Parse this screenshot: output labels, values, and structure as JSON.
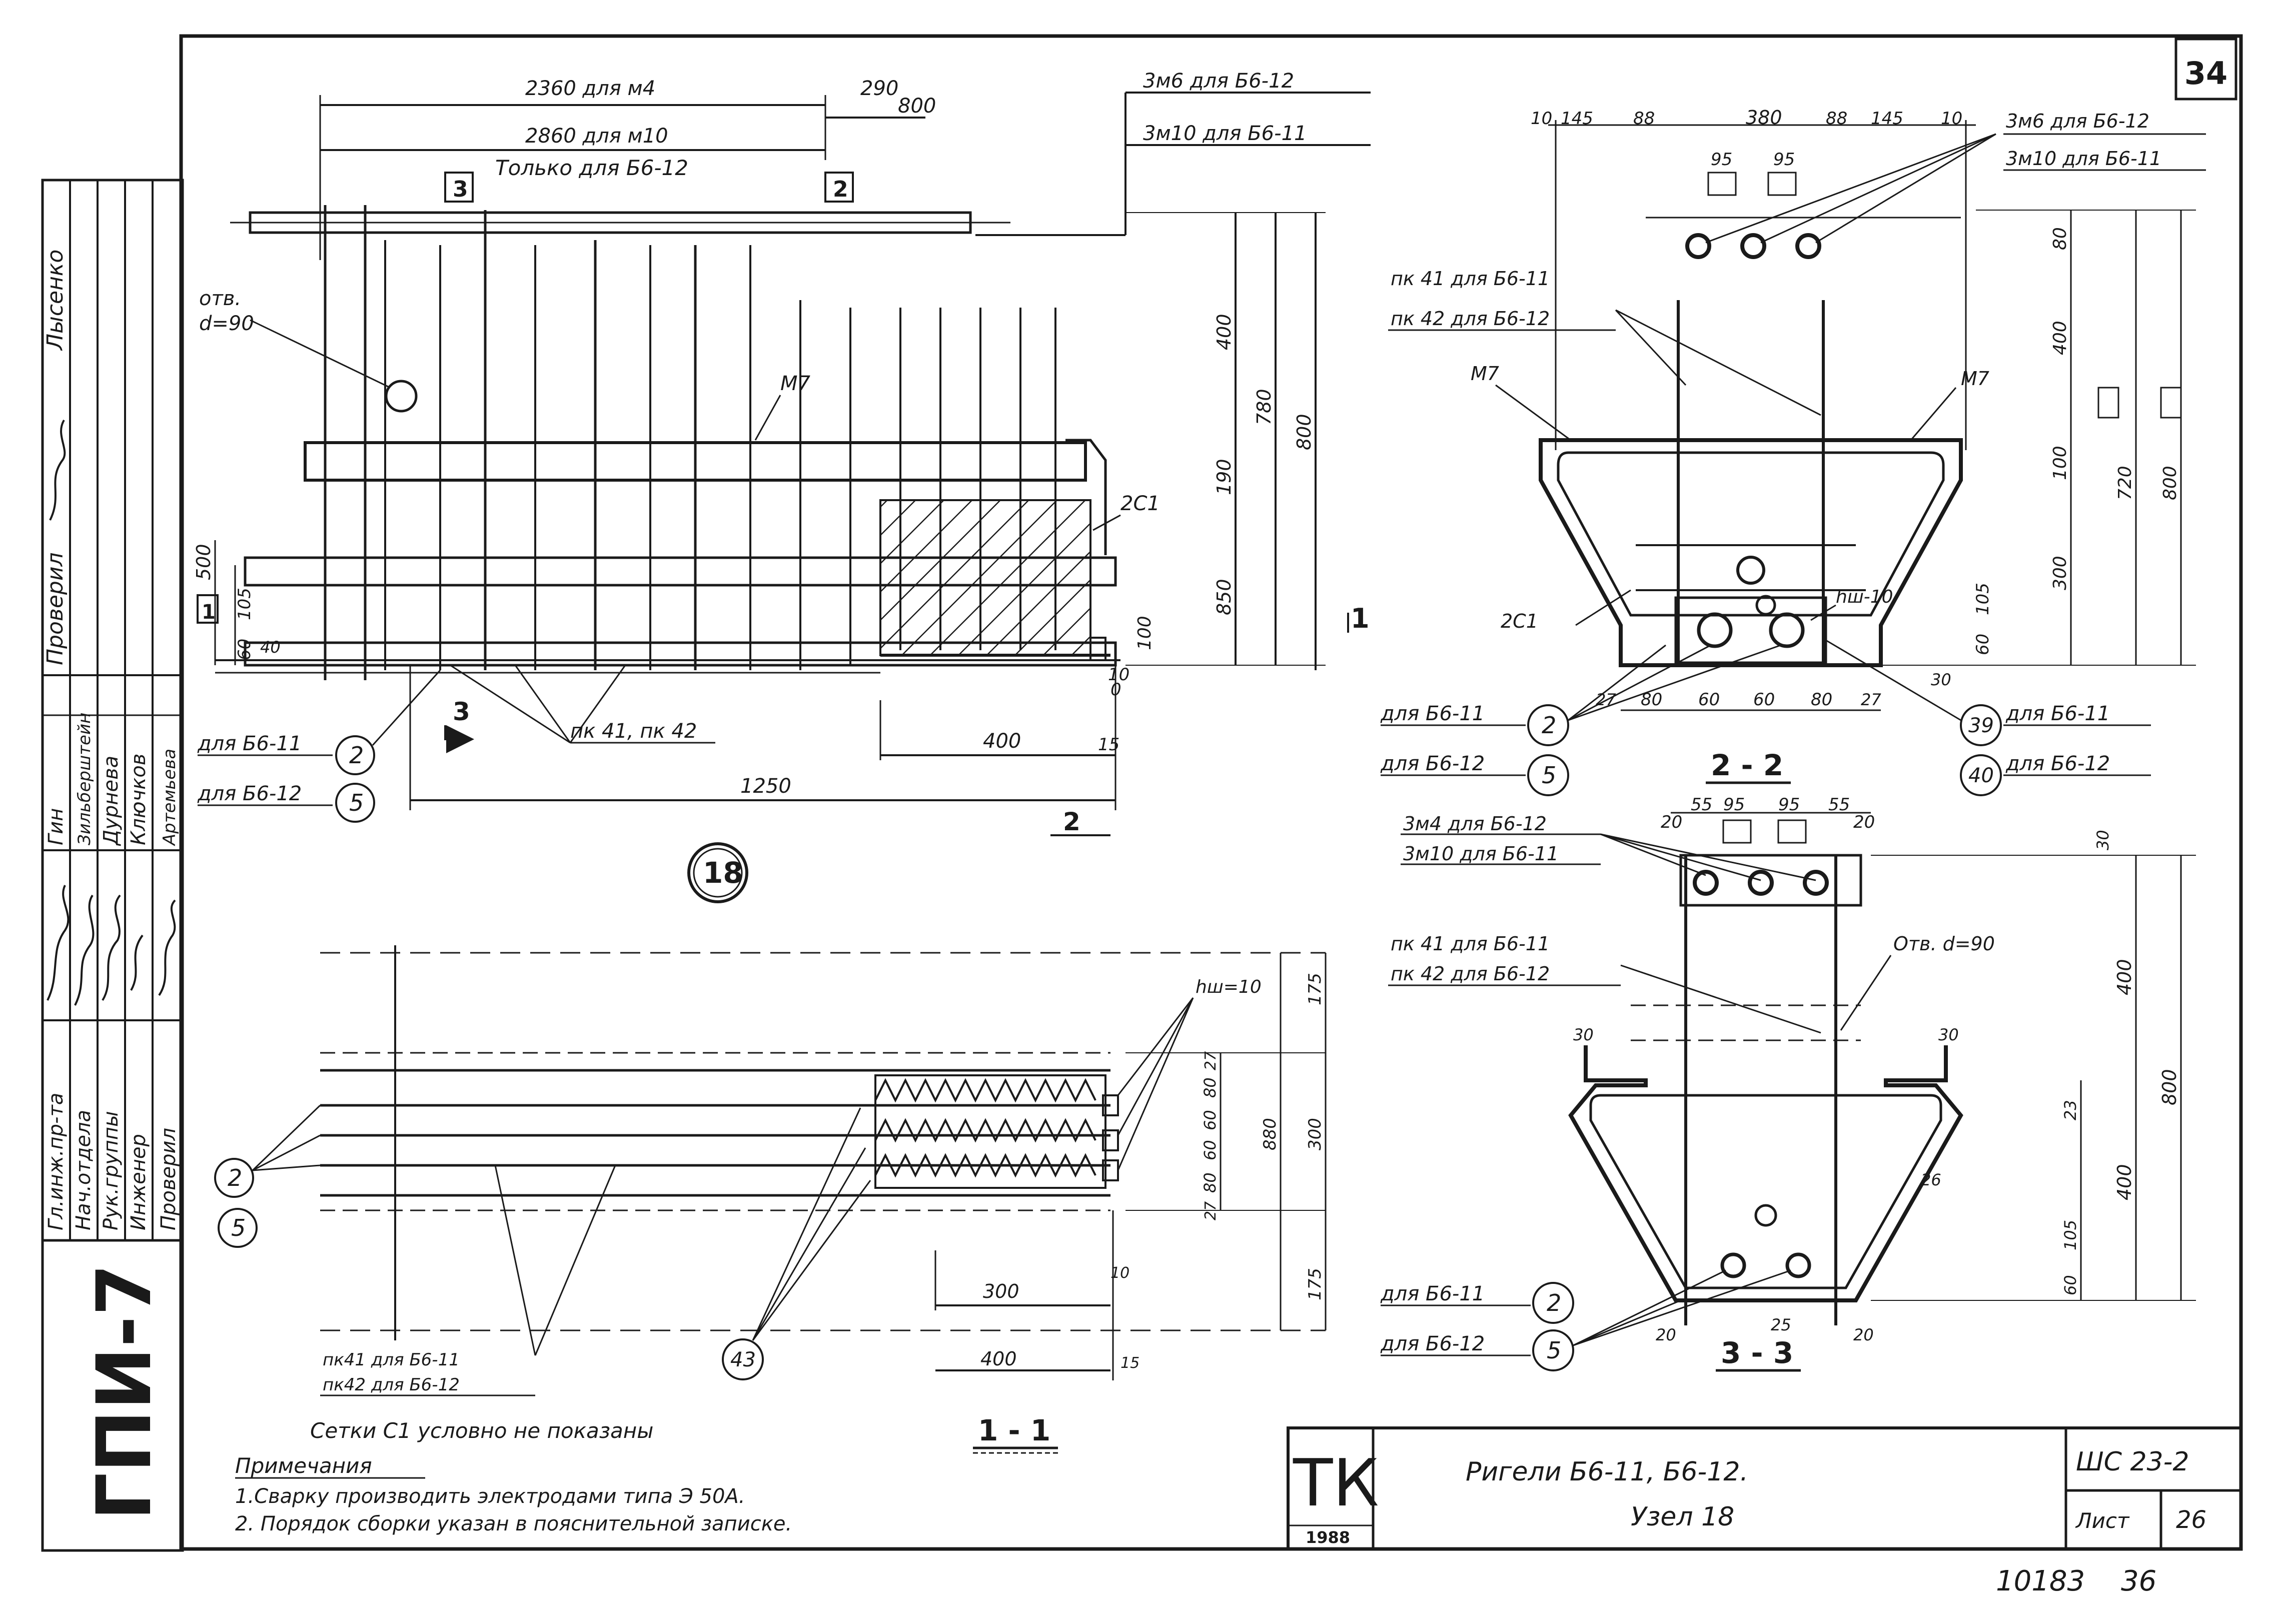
{
  "sheet": {
    "sheet_number": "34",
    "stamp_id": "10183",
    "stamp_page": "36",
    "series_vertical": "ГПИ-7",
    "notes_missing": "Сетки С1 условно не показаны",
    "notes_title": "Примечания",
    "note_1": "1.Сварку производить электродами типа Э 50А.",
    "note_2": "2. Порядок сборки указан в пояснительной записке."
  },
  "title_block": {
    "logo": "ТК",
    "year": "1988",
    "title_line1": "Ригели Б6-11, Б6-12.",
    "title_line2": "Узел 18",
    "series": "ШС 23-2",
    "sheet_label": "Лист",
    "sheet_no": "26"
  },
  "signatures": {
    "roles": [
      "Гл.инж.пр-та",
      "Нач.отдела",
      "Рук.группы",
      "Инженер",
      "Проверил"
    ],
    "names": [
      "Гин",
      "Зильберштейн",
      "Дурнева",
      "Ключков",
      "Артемьева"
    ],
    "top_rows": [
      "Проверил",
      "Лысенко"
    ]
  },
  "view_18": {
    "badge": "18",
    "dim_2360": "2360 для м4",
    "dim_2860": "2860 для м10",
    "dim_290": "290",
    "dim_800": "800",
    "only_for": "Только для Б6-12",
    "label_3m6": "3м6 для Б6-12",
    "label_3m10": "3м10 для Б6-11",
    "hole_label1": "отв.",
    "hole_label2": "d=90",
    "m7": "М7",
    "c1": "2С1",
    "dim_400": "400",
    "dim_190": "190",
    "dim_850": "850",
    "dim_780": "780",
    "dim_800v": "800",
    "dim_500": "500",
    "dim_105": "105",
    "dim_60": "60",
    "dim_40": "40",
    "dim_100": "100",
    "dim_10": "10",
    "dim_0": "0",
    "dim_400h": "400",
    "dim_15": "15",
    "dim_1250": "1250",
    "pk": "пк 41, пк 42",
    "for_11": "для Б6-11",
    "for_12": "для Б6-12",
    "num_2": "2",
    "num_5": "5",
    "sec3": "3",
    "sec2": "2",
    "sec1": "1",
    "sec3b": "3",
    "sec2b": "2"
  },
  "view_22": {
    "caption": "2 - 2",
    "top_dims": [
      "10",
      "145",
      "88",
      "380",
      "88",
      "145",
      "10"
    ],
    "dim_95a": "95",
    "dim_95b": "95",
    "label_3m6": "3м6 для Б6-12",
    "label_3m10": "3м10 для Б6-11",
    "pk41": "пк 41 для Б6-11",
    "pk42": "пк 42 для Б6-12",
    "m7l": "М7",
    "m7r": "М7",
    "c1": "2С1",
    "hw": "hш-10",
    "dim_80": "80",
    "dim_400": "400",
    "dim_100": "100",
    "dim_300": "300",
    "dim_105": "105",
    "dim_60": "60",
    "dim_30": "30",
    "dim_720": "720",
    "dim_800": "800",
    "bot_dims": [
      "27",
      "80",
      "60",
      "60",
      "80",
      "27"
    ],
    "for_11": "для Б6-11",
    "for_12": "для Б6-12",
    "num_2": "2",
    "num_5": "5",
    "num_39": "39",
    "num_40": "40",
    "r_for_11": "для Б6-11",
    "r_for_12": "для Б6-12",
    "sec1": "1"
  },
  "view_33": {
    "caption": "3 - 3",
    "top_dims": [
      "55",
      "95",
      "95",
      "55"
    ],
    "dim_20a": "20",
    "dim_20b": "20",
    "label_3m4": "3м4 для Б6-12",
    "label_3m10": "3м10 для Б6-11",
    "pk41": "пк 41 для Б6-11",
    "pk42": "пк 42 для Б6-12",
    "hole": "Отв. d=90",
    "dim_30l": "30",
    "dim_30r": "30",
    "dim_30t": "30",
    "dim_400a": "400",
    "dim_400b": "400",
    "dim_800": "800",
    "dim_23": "23",
    "dim_105": "105",
    "dim_60": "60",
    "dim_26": "26",
    "dim_25": "25",
    "dim_20c": "20",
    "dim_20d": "20",
    "for_11": "для Б6-11",
    "for_12": "для Б6-12",
    "num_2": "2",
    "num_5": "5"
  },
  "view_11": {
    "caption": "1 - 1",
    "hw": "hш=10",
    "dims_v": [
      "27",
      "80",
      "60",
      "60",
      "80",
      "27"
    ],
    "dim_175a": "175",
    "dim_300": "300",
    "dim_175b": "175",
    "dim_880": "880",
    "dim_300h": "300",
    "dim_400": "400",
    "dim_10": "10",
    "dim_15": "15",
    "pk41": "пк41 для Б6-11",
    "pk42": "пк42 для Б6-12",
    "num_2": "2",
    "num_5": "5",
    "num_43": "43"
  }
}
